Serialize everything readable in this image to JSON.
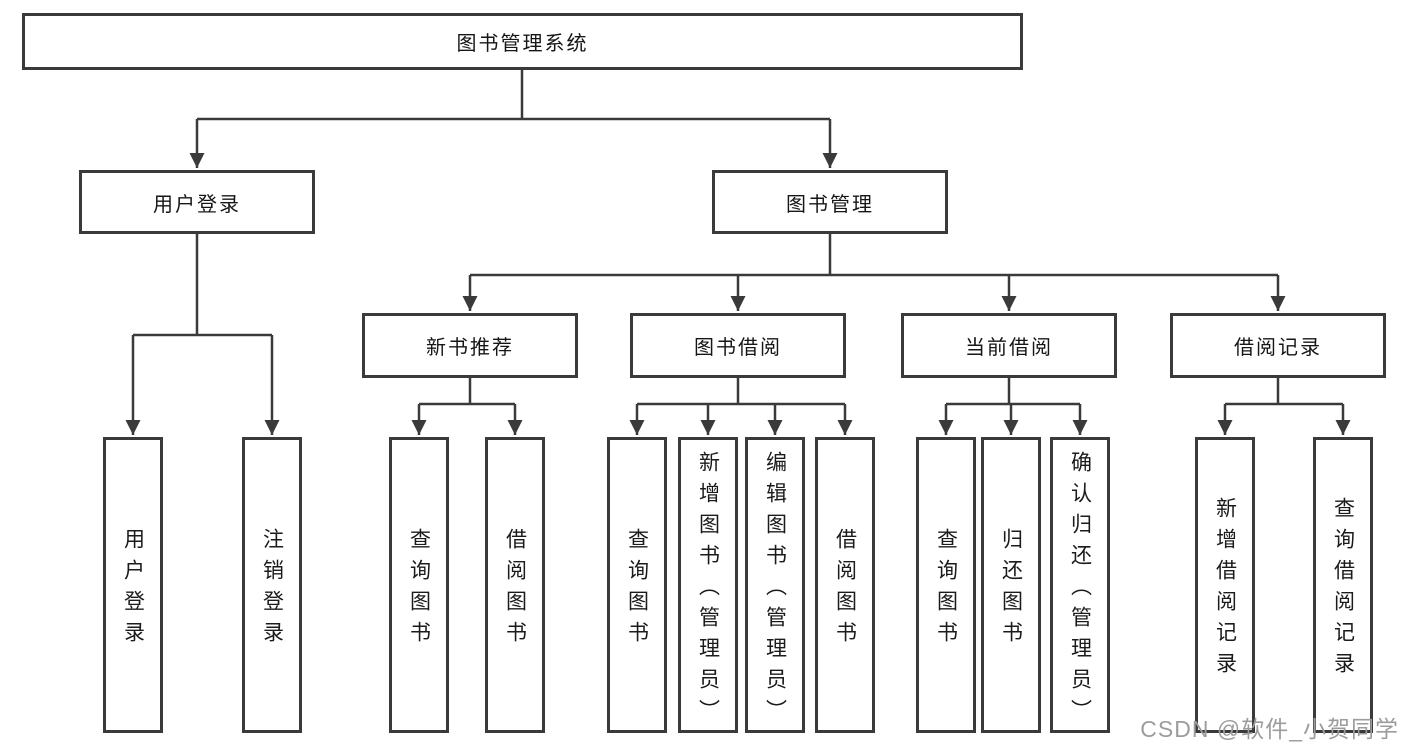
{
  "nodes": {
    "root": {
      "label": "图书管理系统"
    },
    "user_login": {
      "label": "用户登录"
    },
    "book_mgmt": {
      "label": "图书管理"
    },
    "new_book_rec": {
      "label": "新书推荐"
    },
    "book_borrow": {
      "label": "图书借阅"
    },
    "current_borrow": {
      "label": "当前借阅"
    },
    "borrow_record": {
      "label": "借阅记录"
    },
    "leaf_user_login": {
      "label": "用户登录"
    },
    "leaf_logout": {
      "label": "注销登录"
    },
    "leaf_nbr_query_book": {
      "label": "查询图书"
    },
    "leaf_nbr_borrow_book": {
      "label": "借阅图书"
    },
    "leaf_bb_query_book": {
      "label": "查询图书"
    },
    "leaf_bb_add_book": {
      "label": "新增图书（管理员）"
    },
    "leaf_bb_edit_book": {
      "label": "编辑图书（管理员）"
    },
    "leaf_bb_borrow_book": {
      "label": "借阅图书"
    },
    "leaf_cb_query_book": {
      "label": "查询图书"
    },
    "leaf_cb_return_book": {
      "label": "归还图书"
    },
    "leaf_cb_confirm_return": {
      "label": "确认归还（管理员）"
    },
    "leaf_br_add_record": {
      "label": "新增借阅记录"
    },
    "leaf_br_query_record": {
      "label": "查询借阅记录"
    }
  },
  "hierarchy": [
    {
      "parent": "图书管理系统",
      "children": [
        "用户登录",
        "图书管理"
      ]
    },
    {
      "parent": "用户登录",
      "children": [
        "用户登录",
        "注销登录"
      ]
    },
    {
      "parent": "图书管理",
      "children": [
        "新书推荐",
        "图书借阅",
        "当前借阅",
        "借阅记录"
      ]
    },
    {
      "parent": "新书推荐",
      "children": [
        "查询图书",
        "借阅图书"
      ]
    },
    {
      "parent": "图书借阅",
      "children": [
        "查询图书",
        "新增图书（管理员）",
        "编辑图书（管理员）",
        "借阅图书"
      ]
    },
    {
      "parent": "当前借阅",
      "children": [
        "查询图书",
        "归还图书",
        "确认归还（管理员）"
      ]
    },
    {
      "parent": "借阅记录",
      "children": [
        "新增借阅记录",
        "查询借阅记录"
      ]
    }
  ],
  "watermark": {
    "text": "CSDN @软件_小贺同学"
  },
  "colors": {
    "line": "#3a3a3a",
    "text": "#161616",
    "watermark": "#9c9c9c",
    "background": "#ffffff"
  }
}
